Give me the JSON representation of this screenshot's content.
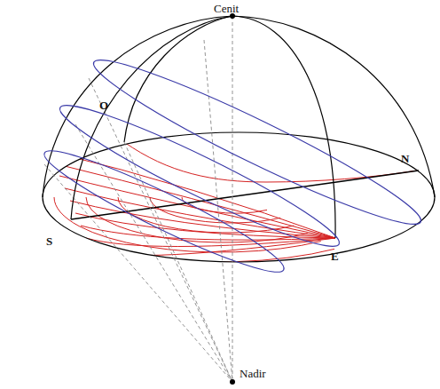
{
  "diagram": {
    "labels": [
      "Cenit",
      "O",
      "N",
      "S",
      "E",
      "Nadir"
    ]
  }
}
